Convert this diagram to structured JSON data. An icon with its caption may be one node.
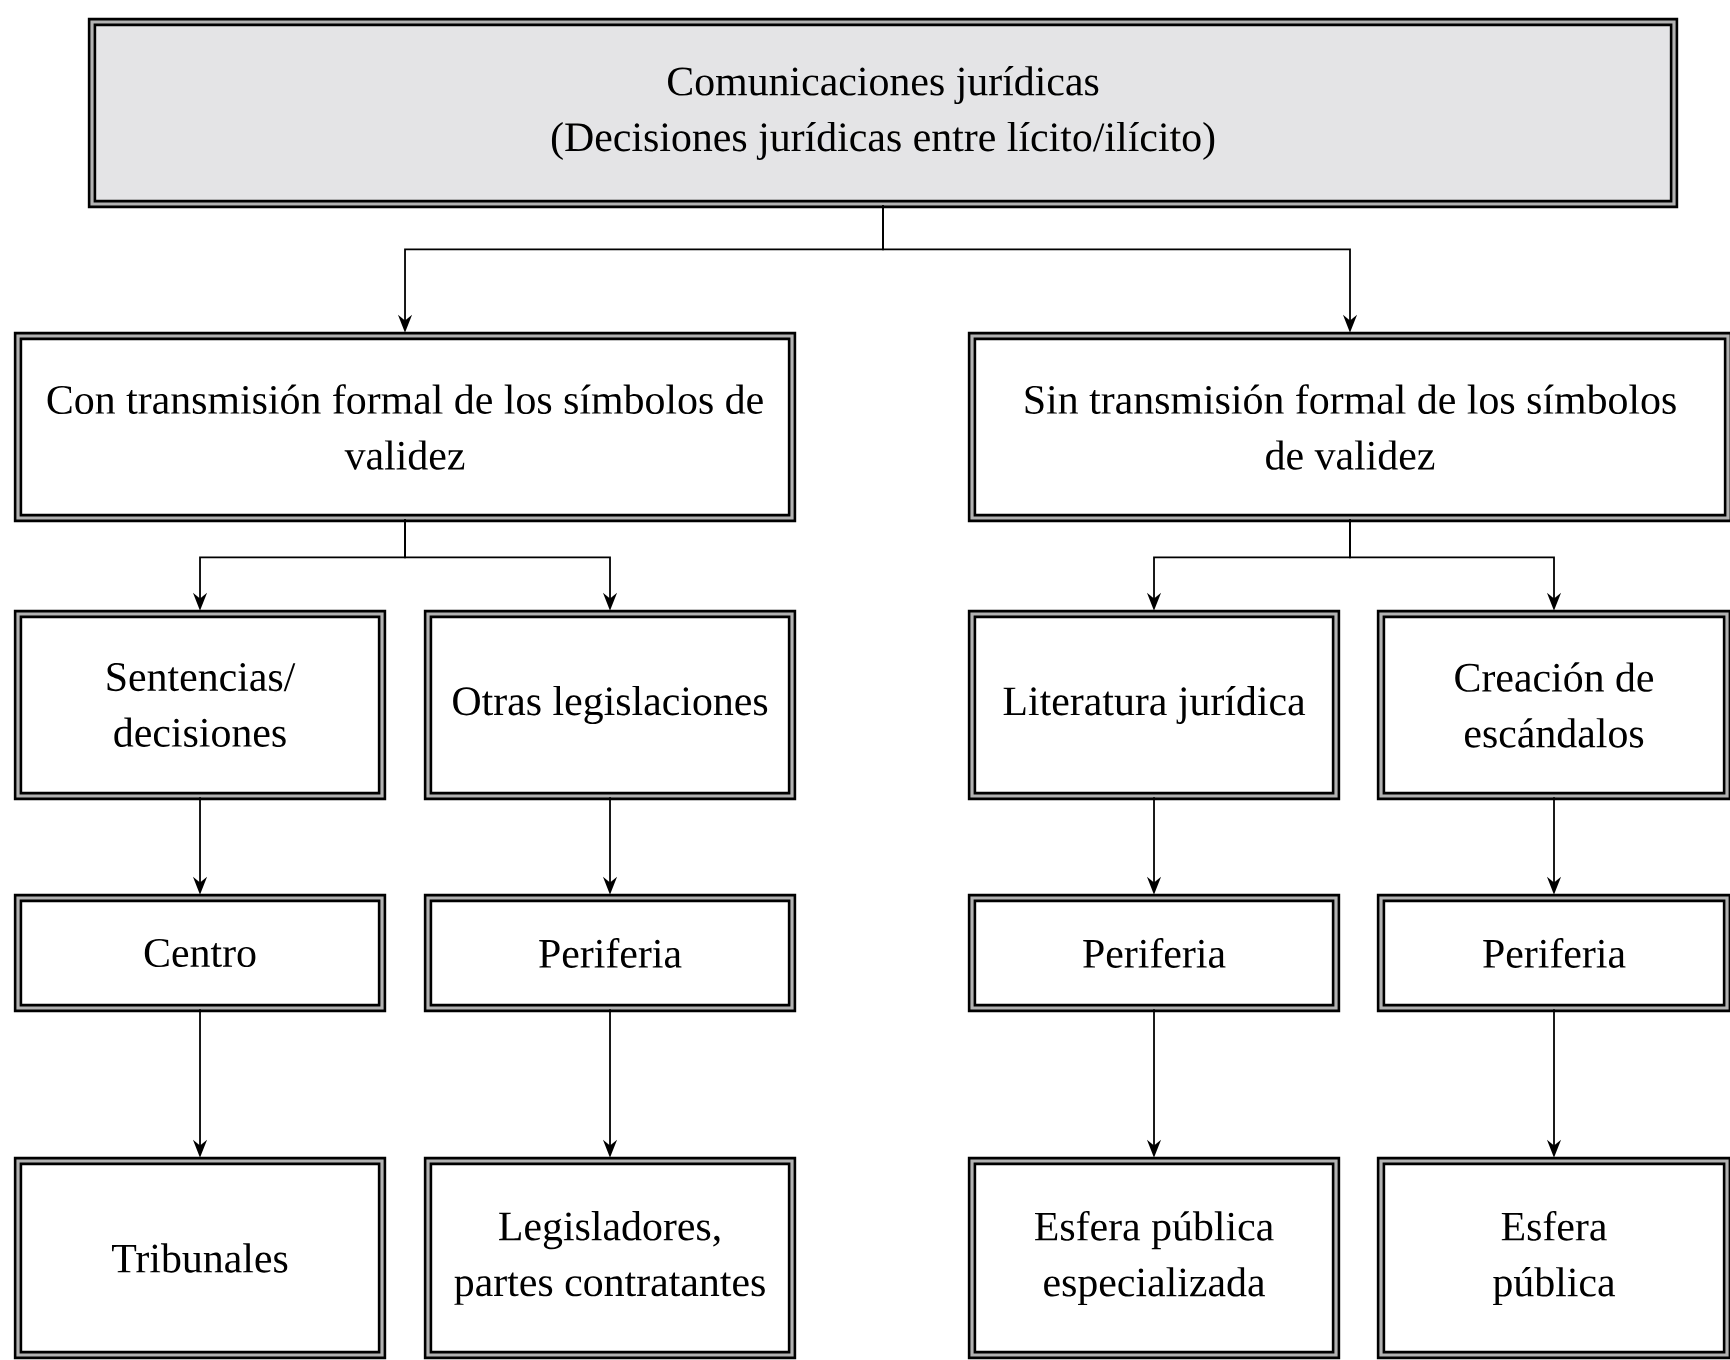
{
  "diagram": {
    "nodes": [
      {
        "text": [
          "Comunicaciones jurídicas",
          "(Decisiones jurídicas entre lícito/ilícito)"
        ]
      },
      {
        "text": [
          "Con transmisión formal de los símbolos de validez"
        ]
      },
      {
        "text": [
          "Sin transmisión formal de los símbolos de validez"
        ]
      },
      {
        "text": [
          "Sentencias/ decisiones"
        ]
      },
      {
        "text": [
          "Otras legislaciones"
        ]
      },
      {
        "text": [
          "Literatura jurídica"
        ]
      },
      {
        "text": [
          "Creación de escándalos"
        ]
      },
      {
        "text": [
          "Centro"
        ]
      },
      {
        "text": [
          "Periferia"
        ]
      },
      {
        "text": [
          "Periferia"
        ]
      },
      {
        "text": [
          "Periferia"
        ]
      },
      {
        "text": [
          "Tribunales"
        ]
      },
      {
        "text": [
          "Legisladores, partes contratantes"
        ]
      },
      {
        "text": [
          "Esfera pública especializada"
        ]
      },
      {
        "text": [
          "Esfera pública"
        ]
      }
    ],
    "edges": [
      {
        "from": 0,
        "to": 1,
        "arrow": "to"
      },
      {
        "from": 0,
        "to": 2,
        "arrow": "to"
      },
      {
        "from": 1,
        "to": 3,
        "arrow": "to"
      },
      {
        "from": 1,
        "to": 4,
        "arrow": "to"
      },
      {
        "from": 2,
        "to": 5,
        "arrow": "to"
      },
      {
        "from": 2,
        "to": 6,
        "arrow": "to"
      },
      {
        "from": 3,
        "to": 7,
        "arrow": "to"
      },
      {
        "from": 4,
        "to": 8,
        "arrow": "to"
      },
      {
        "from": 5,
        "to": 9,
        "arrow": "to"
      },
      {
        "from": 6,
        "to": 10,
        "arrow": "to"
      },
      {
        "from": 7,
        "to": 11,
        "arrow": "to"
      },
      {
        "from": 8,
        "to": 12,
        "arrow": "to"
      },
      {
        "from": 9,
        "to": 13,
        "arrow": "to"
      },
      {
        "from": 10,
        "to": 14,
        "arrow": "to"
      }
    ]
  }
}
